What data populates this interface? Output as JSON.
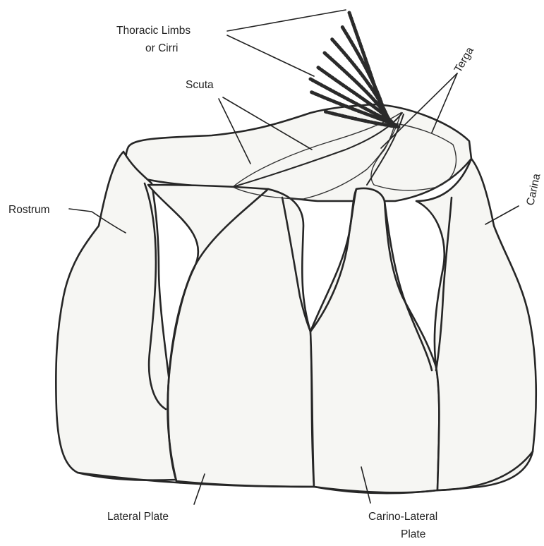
{
  "labels": {
    "thoracic_limbs_line1": "Thoracic Limbs",
    "thoracic_limbs_line2": "or Cirri",
    "scuta": "Scuta",
    "terga": "Terga",
    "rostrum": "Rostrum",
    "carina": "Carina",
    "lateral_plate": "Lateral Plate",
    "carino_lateral_line1": "Carino-Lateral",
    "carino_lateral_line2": "Plate"
  }
}
